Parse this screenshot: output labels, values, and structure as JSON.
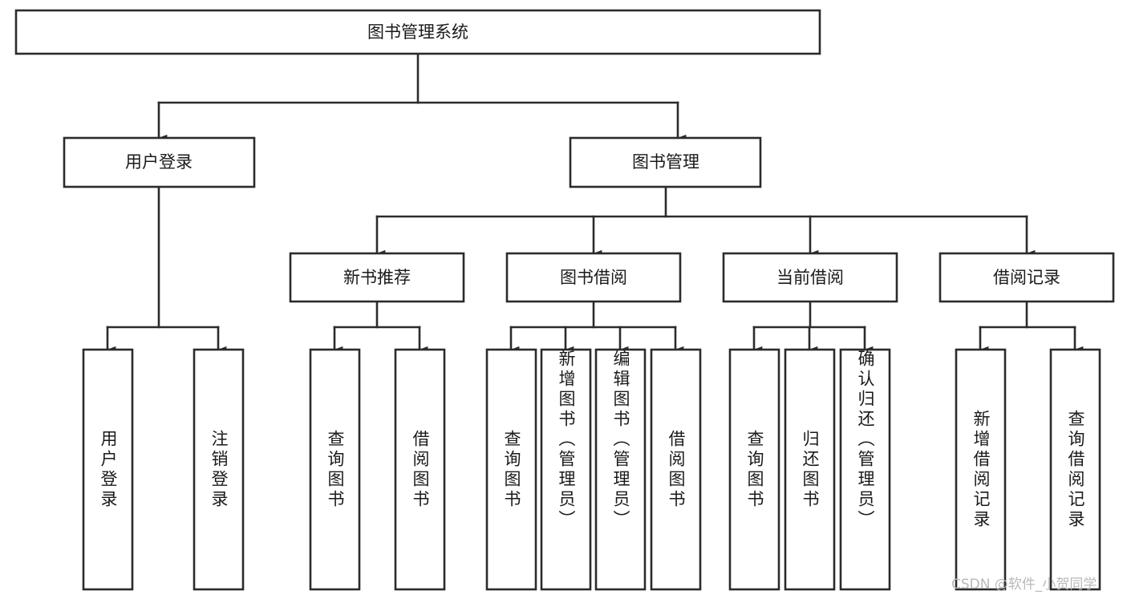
{
  "diagram": {
    "title": "图书管理系统",
    "type": "tree-hierarchy",
    "watermark": "CSDN @软件_小贺同学",
    "colors": {
      "box_stroke": "#2b2b2b",
      "box_fill": "#ffffff",
      "text": "#1a1a1a",
      "background": "#ffffff",
      "watermark": "#b9b9b9"
    },
    "root": {
      "label": "图书管理系统"
    },
    "level2": [
      {
        "label": "用户登录"
      },
      {
        "label": "图书管理"
      }
    ],
    "level3": [
      {
        "label": "新书推荐"
      },
      {
        "label": "图书借阅"
      },
      {
        "label": "当前借阅"
      },
      {
        "label": "借阅记录"
      }
    ],
    "leaves": {
      "user_login": [
        {
          "label": "用户登录"
        },
        {
          "label": "注销登录"
        }
      ],
      "new_book_recommend": [
        {
          "label": "查询图书"
        },
        {
          "label": "借阅图书"
        }
      ],
      "book_borrow": [
        {
          "label": "查询图书"
        },
        {
          "label": "新增图书（管理员）"
        },
        {
          "label": "编辑图书（管理员）"
        },
        {
          "label": "借阅图书"
        }
      ],
      "current_borrow": [
        {
          "label": "查询图书"
        },
        {
          "label": "归还图书"
        },
        {
          "label": "确认归还（管理员）"
        }
      ],
      "borrow_record": [
        {
          "label": "新增借阅记录"
        },
        {
          "label": "查询借阅记录"
        }
      ]
    }
  }
}
